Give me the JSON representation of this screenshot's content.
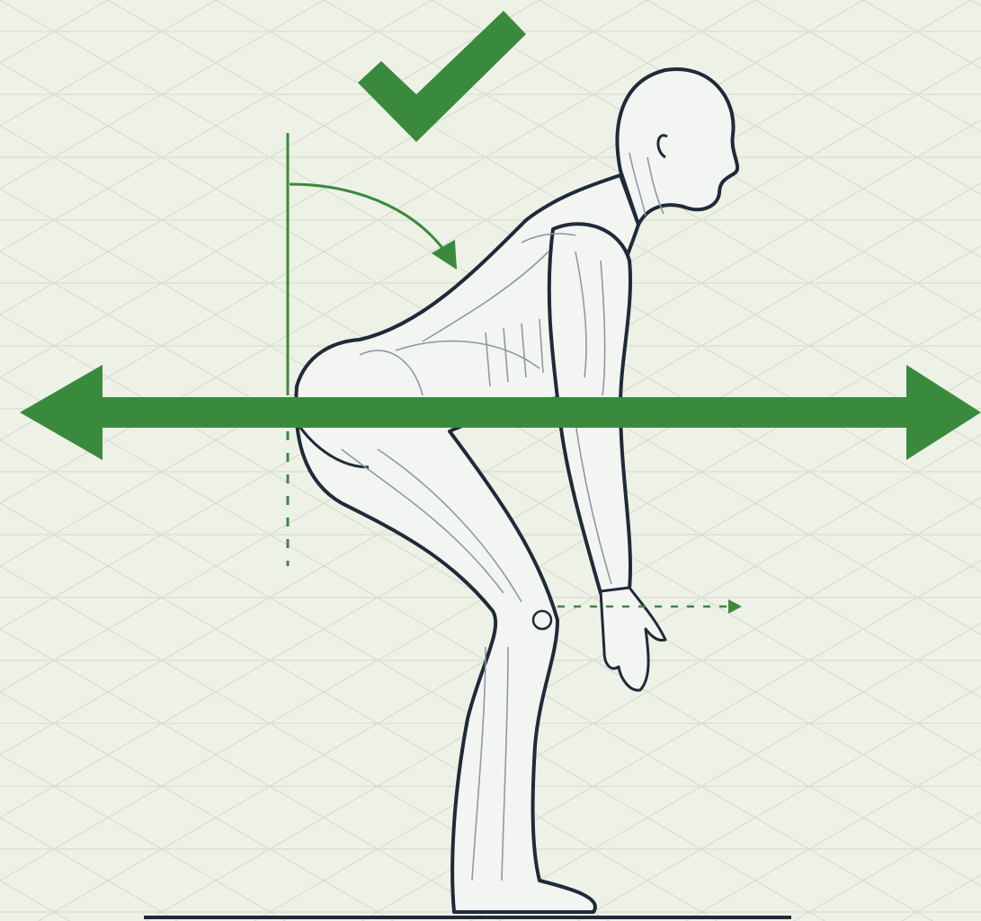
{
  "diagram": {
    "verdict": "correct",
    "icons": {
      "checkmark": "checkmark-icon",
      "horizontal_arrow": "double-headed-horizontal-arrow",
      "angle_arrow": "curved-angle-arrow",
      "reference_line": "vertical-reference-line",
      "hand_arrow": "dashed-forward-arrow"
    },
    "subject": "hip-hinge-figure",
    "colors": {
      "background": "#eef2e6",
      "grid": "#d7ddd0",
      "accent_green": "#3a8a3e",
      "figure_outline": "#1f2a3a",
      "figure_fill": "#f3f5f2",
      "muscle_line": "#8e98a6"
    }
  }
}
